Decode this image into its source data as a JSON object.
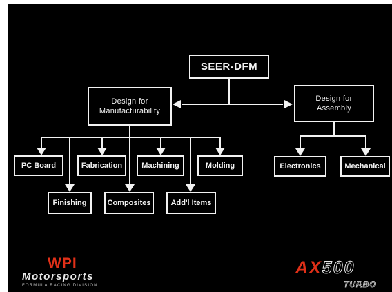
{
  "diagram": {
    "root": "SEER-DFM",
    "branches": {
      "manufacturability": "Design for\nManufacturability",
      "assembly": "Design for\nAssembly"
    },
    "manufacturability_items": {
      "pc_board": "PC Board",
      "fabrication": "Fabrication",
      "machining": "Machining",
      "molding": "Molding",
      "finishing": "Finishing",
      "composites": "Composites",
      "addl_items": "Add'l Items"
    },
    "assembly_items": {
      "electronics": "Electronics",
      "mechanical": "Mechanical"
    }
  },
  "branding": {
    "wpi": "WPI",
    "motorsports": "Motorsports",
    "division": "FORMULA RACING DIVISION",
    "model_prefix": "AX",
    "model_number": "500",
    "model_suffix": "TURBO"
  },
  "colors": {
    "background": "#000000",
    "lines": "#f2f2f2",
    "brand_red": "#e03018"
  }
}
